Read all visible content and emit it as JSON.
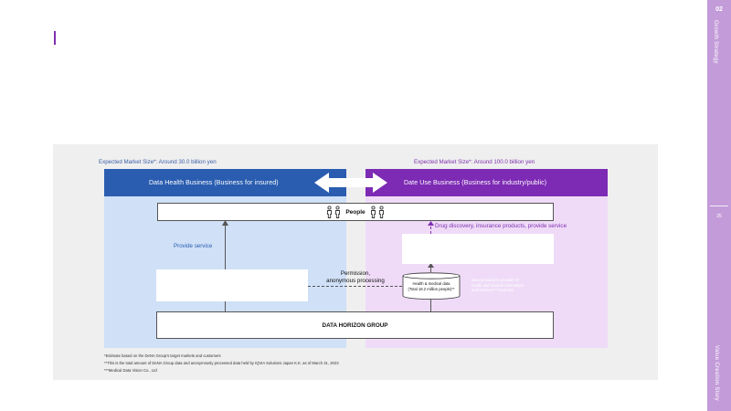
{
  "rail": {
    "section_number": "02",
    "section_title": "Growth Strategy",
    "page_number": "25",
    "bottom_label": "Value Creation Story"
  },
  "diagram": {
    "market_left": "Expected Market Size*: Around 30.0 billion yen",
    "market_right": "Expected Market Size*: Around 100.0 billion yen",
    "header_left": "Data Health Business (Business for insured)",
    "header_right": "Date Use Business (Business for industry/public)",
    "people": "People",
    "provide_service": "Provide service",
    "drug_discovery": "Drug discovery, insurance products, provide service",
    "permission_line1": "Permission,",
    "permission_line2": "anonymous processing",
    "db_line1": "Health & medical data",
    "db_line2": "(Total 18.2 million people)**",
    "faint_line1": "Data provided to provider of",
    "faint_line2": "health and medical information",
    "faint_line3": "and services*** business",
    "company": "DATA HORIZON GROUP"
  },
  "footnotes": {
    "fn1": "*Estimate based on the DeNA Group's target markets and customers",
    "fn2": "**This is the total amount of DeNA Group data and anonymously processed data held by IQVIA Solutions Japan K.K. as of March 31, 2023",
    "fn3": "***Medical Data Vision Co., Ltd"
  },
  "colors": {
    "blue": "#2a5db0",
    "purple": "#7d2ab4",
    "rail": "#c39bd9"
  }
}
